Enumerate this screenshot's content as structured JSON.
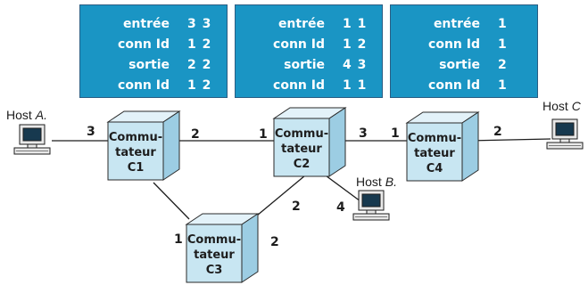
{
  "tables": [
    {
      "rows": [
        {
          "label": "entrée",
          "value": "3 3"
        },
        {
          "label": "conn Id",
          "value": "1 2"
        },
        {
          "label": "sortie",
          "value": "2 2"
        },
        {
          "label": "conn Id",
          "value": "1 2"
        }
      ]
    },
    {
      "rows": [
        {
          "label": "entrée",
          "value": "1 1"
        },
        {
          "label": "conn Id",
          "value": "1 2"
        },
        {
          "label": "sortie",
          "value": "4 3"
        },
        {
          "label": "conn Id",
          "value": "1 1"
        }
      ]
    },
    {
      "rows": [
        {
          "label": "entrée",
          "value": "1"
        },
        {
          "label": "conn Id",
          "value": "1"
        },
        {
          "label": "sortie",
          "value": "2"
        },
        {
          "label": "conn Id",
          "value": "1"
        }
      ]
    }
  ],
  "switches": {
    "c1": {
      "line1": "Commu-",
      "line2": "tateur",
      "line3": "C1"
    },
    "c2": {
      "line1": "Commu-",
      "line2": "tateur",
      "line3": "C2"
    },
    "c3": {
      "line1": "Commu-",
      "line2": "tateur",
      "line3": "C3"
    },
    "c4": {
      "line1": "Commu-",
      "line2": "tateur",
      "line3": "C4"
    }
  },
  "hosts": {
    "a": {
      "word": "Host",
      "letter": "A."
    },
    "b": {
      "word": "Host",
      "letter": "B."
    },
    "c": {
      "word": "Host",
      "letter": "C"
    }
  },
  "ports": {
    "a_c1": "3",
    "c1_c2": "2",
    "c2_c1": "1",
    "c2_c4": "3",
    "c4_c2": "1",
    "c4_hc": "2",
    "c2_hb": "4",
    "c2_c3": "2",
    "c3_c1": "1",
    "c3_c2": "2"
  },
  "colors": {
    "table_bg": "#1a95c4",
    "cube_front": "#c8e6f2",
    "cube_top": "#e3f2f9",
    "cube_side": "#9ccde3"
  }
}
